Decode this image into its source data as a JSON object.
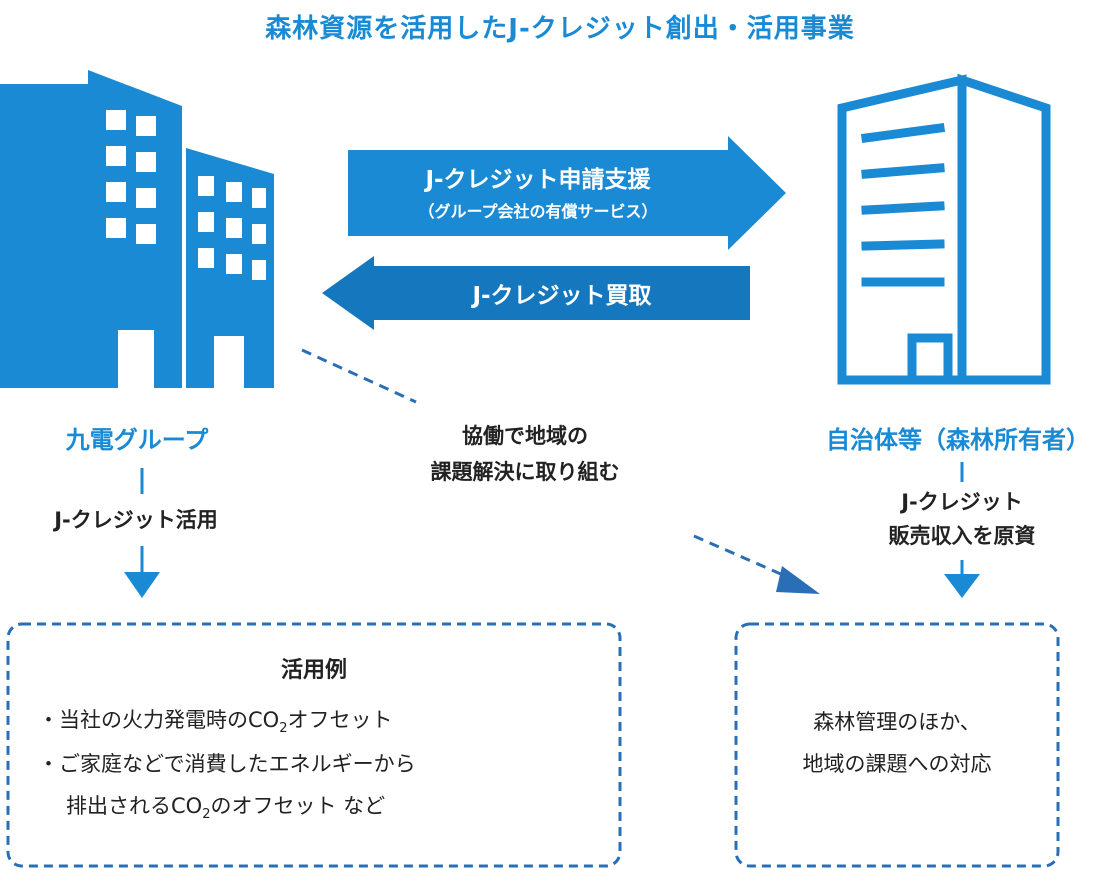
{
  "title": "森林資源を活用したJ-クレジット創出・活用事業",
  "left_entity": {
    "label": "九電グループ",
    "usage": "J-クレジット活用"
  },
  "right_entity": {
    "label": "自治体等（森林所有者）",
    "funding_line1": "J-クレジット",
    "funding_line2": "販売収入を原資"
  },
  "arrow_right": {
    "label": "J-クレジット申請支援",
    "sublabel": "（グループ会社の有償サービス）"
  },
  "arrow_left": {
    "label": "J-クレジット買取"
  },
  "center_text": {
    "line1": "協働で地域の",
    "line2": "課題解決に取り組む"
  },
  "left_box": {
    "heading": "活用例",
    "items": [
      {
        "prefix": "・当社の火力発電時の",
        "co": "CO",
        "sub": "2",
        "suffix": "オフセット"
      },
      {
        "text": "・ご家庭などで消費したエネルギーから"
      }
    ],
    "item2_cont": {
      "prefix": "排出される",
      "co": "CO",
      "sub": "2",
      "suffix": "のオフセット など"
    }
  },
  "right_box": {
    "line1": "森林管理のほか、",
    "line2": "地域の課題への対応"
  },
  "colors": {
    "primary": "#1a8ad4",
    "dark": "#1577bd",
    "dashed": "#2a6fb5"
  }
}
